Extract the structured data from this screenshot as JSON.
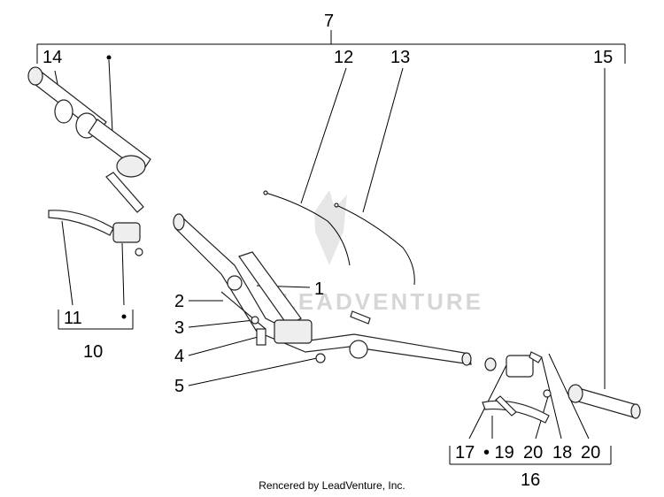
{
  "labels": {
    "l7": "7",
    "l14": "14",
    "l12": "12",
    "l13": "13",
    "l15": "15",
    "l11": "11",
    "l10": "10",
    "l1": "1",
    "l2": "2",
    "l3": "3",
    "l4": "4",
    "l5": "5",
    "l17": "17",
    "l19": "• 19",
    "l20a": "20",
    "l18": "18",
    "l20b": "20",
    "l16": "16"
  },
  "watermark": "LEADVENTURE",
  "footer": "Rencered by LeadVenture, Inc."
}
